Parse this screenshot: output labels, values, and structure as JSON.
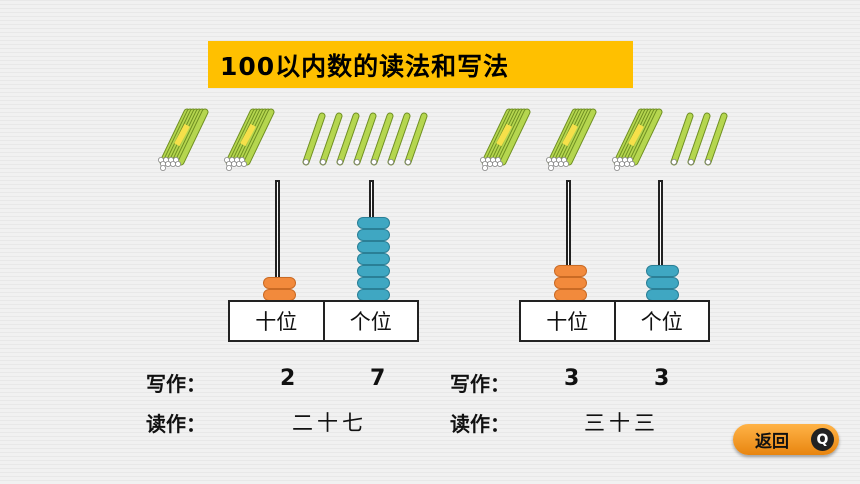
{
  "title": "100以内数的读法和写法",
  "left_example": {
    "tens_label": "十位",
    "ones_label": "个位",
    "tens_beads": 2,
    "ones_beads": 7,
    "bundles": 2,
    "loose_sticks": 7,
    "write_label": "写作：",
    "write_tens": "2",
    "write_ones": "7",
    "read_label": "读作：",
    "read_value": "二十七"
  },
  "right_example": {
    "tens_label": "十位",
    "ones_label": "个位",
    "tens_beads": 3,
    "ones_beads": 3,
    "bundles": 3,
    "loose_sticks": 3,
    "write_label": "写作：",
    "write_tens": "3",
    "write_ones": "3",
    "read_label": "读作：",
    "read_value": "三十三"
  },
  "back_button": {
    "label": "返回",
    "icon": "return-icon"
  },
  "colors": {
    "banner": "#ffc000",
    "stick_green": "#a8cc45",
    "tens_bead": "#f28a3c",
    "ones_bead": "#3fa7c2",
    "button": "#f5a023"
  }
}
